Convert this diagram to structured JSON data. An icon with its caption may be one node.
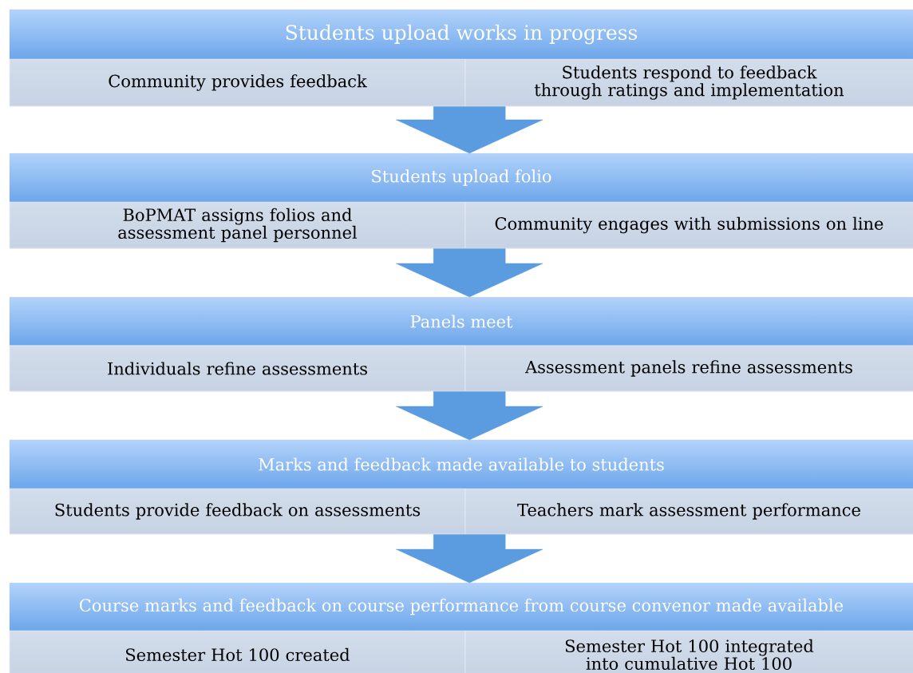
{
  "diagram": {
    "nodes": [
      {
        "text": [
          "Students upload works in progress"
        ]
      },
      {
        "text": [
          "Community provides feedback"
        ],
        "in": 0
      },
      {
        "text": [
          "Students respond to feedback through ratings and implementation"
        ],
        "in": 0
      },
      {
        "text": [
          "Students upload folio"
        ]
      },
      {
        "text": [
          "BoPMAT assigns folios and assessment panel personnel"
        ],
        "in": 3
      },
      {
        "text": [
          "Community engages with submissions on line"
        ],
        "in": 3
      },
      {
        "text": [
          "Panels meet"
        ]
      },
      {
        "text": [
          "Individuals refine assessments"
        ],
        "in": 6
      },
      {
        "text": [
          "Assessment panels refine assessments"
        ],
        "in": 6
      },
      {
        "text": [
          "Marks and feedback made available to students"
        ]
      },
      {
        "text": [
          "Students provide feedback on assessments"
        ],
        "in": 9
      },
      {
        "text": [
          "Teachers mark assessment performance"
        ],
        "in": 9
      },
      {
        "text": [
          "Course marks and feedback on course performance from course convenor made available"
        ]
      },
      {
        "text": [
          "Semester Hot 100 created"
        ],
        "in": 12
      },
      {
        "text": [
          "Semester Hot 100 integrated into cumulative Hot 100"
        ],
        "in": 12
      }
    ],
    "edges": [
      {
        "from": 0,
        "to": 3,
        "arrow": "to"
      },
      {
        "from": 3,
        "to": 6,
        "arrow": "to"
      },
      {
        "from": 6,
        "to": 9,
        "arrow": "to"
      },
      {
        "from": 9,
        "to": 12,
        "arrow": "to"
      }
    ]
  }
}
